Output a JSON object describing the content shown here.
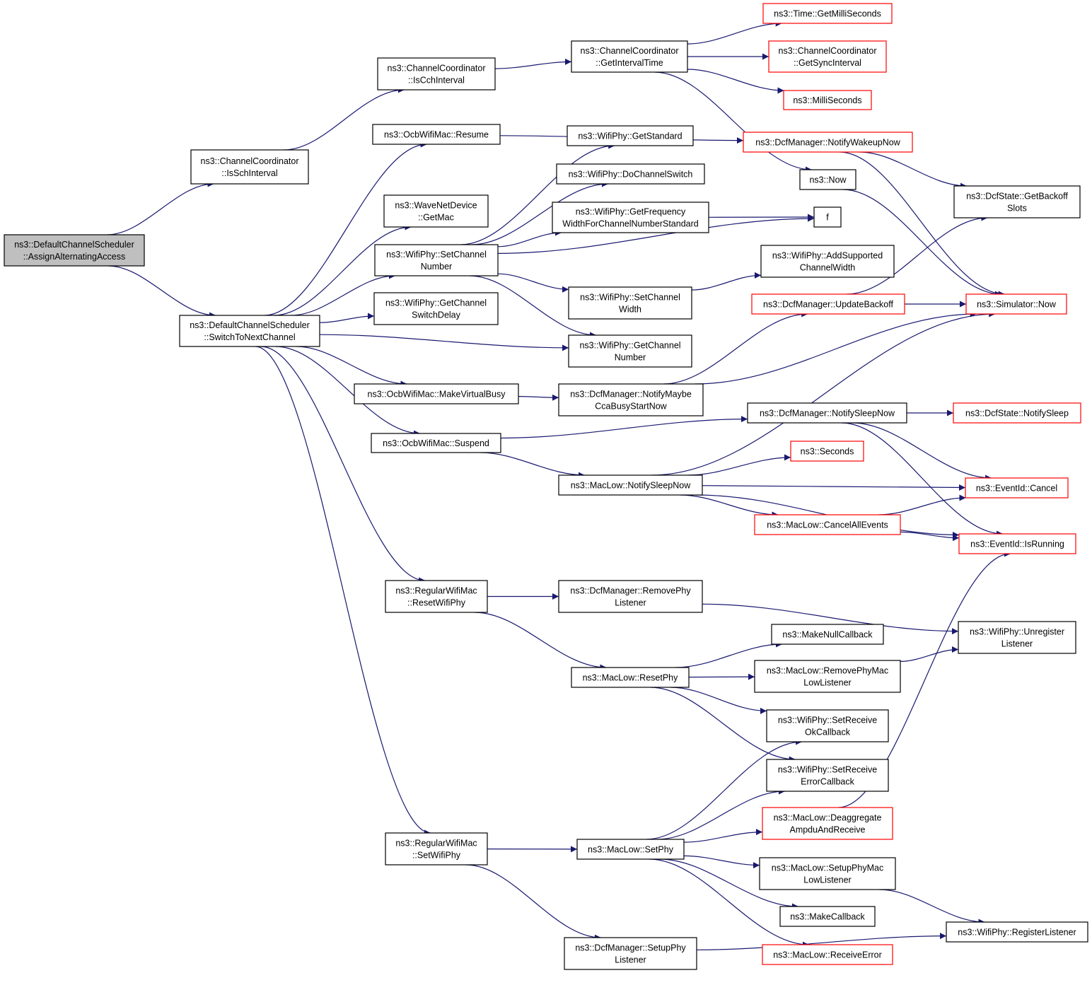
{
  "title": "",
  "colors": {
    "edge": "#191970",
    "node_border_default": "#000000",
    "node_border_external": "#ff0000",
    "root_fill": "#bfbfbf",
    "node_fill": "#ffffff"
  },
  "nodes": [
    {
      "id": "root",
      "lines": [
        "ns3::DefaultChannelScheduler",
        "::AssignAlternatingAccess"
      ],
      "style": "root"
    },
    {
      "id": "isSch",
      "lines": [
        "ns3::ChannelCoordinator",
        "::IsSchInterval"
      ],
      "style": "normal"
    },
    {
      "id": "switchNext",
      "lines": [
        "ns3::DefaultChannelScheduler",
        "::SwitchToNextChannel"
      ],
      "style": "normal"
    },
    {
      "id": "isCch",
      "lines": [
        "ns3::ChannelCoordinator",
        "::IsCchInterval"
      ],
      "style": "normal"
    },
    {
      "id": "getIntervalTime",
      "lines": [
        "ns3::ChannelCoordinator",
        "::GetIntervalTime"
      ],
      "style": "normal"
    },
    {
      "id": "getMilliSeconds",
      "lines": [
        "ns3::Time::GetMilliSeconds"
      ],
      "style": "external"
    },
    {
      "id": "getSyncInterval",
      "lines": [
        "ns3::ChannelCoordinator",
        "::GetSyncInterval"
      ],
      "style": "external"
    },
    {
      "id": "milliSeconds",
      "lines": [
        "ns3::MilliSeconds"
      ],
      "style": "external"
    },
    {
      "id": "ocbResume",
      "lines": [
        "ns3::OcbWifiMac::Resume"
      ],
      "style": "normal"
    },
    {
      "id": "notifyWakeup",
      "lines": [
        "ns3::DcfManager::NotifyWakeupNow"
      ],
      "style": "external"
    },
    {
      "id": "getStandard",
      "lines": [
        "ns3::WifiPhy::GetStandard"
      ],
      "style": "normal"
    },
    {
      "id": "doChannelSwitch",
      "lines": [
        "ns3::WifiPhy::DoChannelSwitch"
      ],
      "style": "normal"
    },
    {
      "id": "now",
      "lines": [
        "ns3::Now"
      ],
      "style": "normal"
    },
    {
      "id": "getBackoffSlots",
      "lines": [
        "ns3::DcfState::GetBackoff",
        "Slots"
      ],
      "style": "normal"
    },
    {
      "id": "waveGetMac",
      "lines": [
        "ns3::WaveNetDevice",
        "::GetMac"
      ],
      "style": "normal"
    },
    {
      "id": "getFreqWidth",
      "lines": [
        "ns3::WifiPhy::GetFrequency",
        "WidthForChannelNumberStandard"
      ],
      "style": "normal"
    },
    {
      "id": "f",
      "lines": [
        "f"
      ],
      "style": "normal"
    },
    {
      "id": "setChannelNumber",
      "lines": [
        "ns3::WifiPhy::SetChannel",
        "Number"
      ],
      "style": "normal"
    },
    {
      "id": "addSupportedWidth",
      "lines": [
        "ns3::WifiPhy::AddSupported",
        "ChannelWidth"
      ],
      "style": "normal"
    },
    {
      "id": "getChannelSwitchDelay",
      "lines": [
        "ns3::WifiPhy::GetChannel",
        "SwitchDelay"
      ],
      "style": "normal"
    },
    {
      "id": "setChannelWidth",
      "lines": [
        "ns3::WifiPhy::SetChannel",
        "Width"
      ],
      "style": "normal"
    },
    {
      "id": "updateBackoff",
      "lines": [
        "ns3::DcfManager::UpdateBackoff"
      ],
      "style": "external"
    },
    {
      "id": "simulatorNow",
      "lines": [
        "ns3::Simulator::Now"
      ],
      "style": "external"
    },
    {
      "id": "getChannelNumber",
      "lines": [
        "ns3::WifiPhy::GetChannel",
        "Number"
      ],
      "style": "normal"
    },
    {
      "id": "makeVirtualBusy",
      "lines": [
        "ns3::OcbWifiMac::MakeVirtualBusy"
      ],
      "style": "normal"
    },
    {
      "id": "notifyMaybeCca",
      "lines": [
        "ns3::DcfManager::NotifyMaybe",
        "CcaBusyStartNow"
      ],
      "style": "normal"
    },
    {
      "id": "notifySleepNowDcf",
      "lines": [
        "ns3::DcfManager::NotifySleepNow"
      ],
      "style": "normal"
    },
    {
      "id": "dcfStateNotifySleep",
      "lines": [
        "ns3::DcfState::NotifySleep"
      ],
      "style": "external"
    },
    {
      "id": "ocbSuspend",
      "lines": [
        "ns3::OcbWifiMac::Suspend"
      ],
      "style": "normal"
    },
    {
      "id": "seconds",
      "lines": [
        "ns3::Seconds"
      ],
      "style": "external"
    },
    {
      "id": "macLowNotifySleep",
      "lines": [
        "ns3::MacLow::NotifySleepNow"
      ],
      "style": "normal"
    },
    {
      "id": "eventCancel",
      "lines": [
        "ns3::EventId::Cancel"
      ],
      "style": "external"
    },
    {
      "id": "cancelAllEvents",
      "lines": [
        "ns3::MacLow::CancelAllEvents"
      ],
      "style": "external"
    },
    {
      "id": "eventIsRunning",
      "lines": [
        "ns3::EventId::IsRunning"
      ],
      "style": "external"
    },
    {
      "id": "resetWifiPhy",
      "lines": [
        "ns3::RegularWifiMac",
        "::ResetWifiPhy"
      ],
      "style": "normal"
    },
    {
      "id": "removePhyListener",
      "lines": [
        "ns3::DcfManager::RemovePhy",
        "Listener"
      ],
      "style": "normal"
    },
    {
      "id": "unregisterListener",
      "lines": [
        "ns3::WifiPhy::Unregister",
        "Listener"
      ],
      "style": "normal"
    },
    {
      "id": "makeNullCallback",
      "lines": [
        "ns3::MakeNullCallback"
      ],
      "style": "normal"
    },
    {
      "id": "macLowResetPhy",
      "lines": [
        "ns3::MacLow::ResetPhy"
      ],
      "style": "normal"
    },
    {
      "id": "removePhyMacLowListener",
      "lines": [
        "ns3::MacLow::RemovePhyMac",
        "LowListener"
      ],
      "style": "normal"
    },
    {
      "id": "setReceiveOk",
      "lines": [
        "ns3::WifiPhy::SetReceive",
        "OkCallback"
      ],
      "style": "normal"
    },
    {
      "id": "setReceiveError",
      "lines": [
        "ns3::WifiPhy::SetReceive",
        "ErrorCallback"
      ],
      "style": "normal"
    },
    {
      "id": "deaggregate",
      "lines": [
        "ns3::MacLow::Deaggregate",
        "AmpduAndReceive"
      ],
      "style": "external"
    },
    {
      "id": "setWifiPhy",
      "lines": [
        "ns3::RegularWifiMac",
        "::SetWifiPhy"
      ],
      "style": "normal"
    },
    {
      "id": "macLowSetPhy",
      "lines": [
        "ns3::MacLow::SetPhy"
      ],
      "style": "normal"
    },
    {
      "id": "setupPhyMacLowListener",
      "lines": [
        "ns3::MacLow::SetupPhyMac",
        "LowListener"
      ],
      "style": "normal"
    },
    {
      "id": "makeCallback",
      "lines": [
        "ns3::MakeCallback"
      ],
      "style": "normal"
    },
    {
      "id": "registerListener",
      "lines": [
        "ns3::WifiPhy::RegisterListener"
      ],
      "style": "normal"
    },
    {
      "id": "setupPhyListener",
      "lines": [
        "ns3::DcfManager::SetupPhy",
        "Listener"
      ],
      "style": "normal"
    },
    {
      "id": "receiveError",
      "lines": [
        "ns3::MacLow::ReceiveError"
      ],
      "style": "external"
    }
  ],
  "edges": [
    [
      "root",
      "isSch"
    ],
    [
      "root",
      "switchNext"
    ],
    [
      "isSch",
      "isCch"
    ],
    [
      "isCch",
      "getIntervalTime"
    ],
    [
      "getIntervalTime",
      "getMilliSeconds"
    ],
    [
      "getIntervalTime",
      "getSyncInterval"
    ],
    [
      "getIntervalTime",
      "milliSeconds"
    ],
    [
      "getIntervalTime",
      "now"
    ],
    [
      "switchNext",
      "ocbResume"
    ],
    [
      "switchNext",
      "waveGetMac"
    ],
    [
      "switchNext",
      "setChannelNumber"
    ],
    [
      "switchNext",
      "getChannelSwitchDelay"
    ],
    [
      "switchNext",
      "getChannelNumber"
    ],
    [
      "switchNext",
      "makeVirtualBusy"
    ],
    [
      "switchNext",
      "ocbSuspend"
    ],
    [
      "switchNext",
      "resetWifiPhy"
    ],
    [
      "switchNext",
      "setWifiPhy"
    ],
    [
      "ocbResume",
      "notifyWakeup"
    ],
    [
      "notifyWakeup",
      "getBackoffSlots"
    ],
    [
      "notifyWakeup",
      "simulatorNow"
    ],
    [
      "now",
      "simulatorNow"
    ],
    [
      "setChannelNumber",
      "getStandard"
    ],
    [
      "setChannelNumber",
      "doChannelSwitch"
    ],
    [
      "setChannelNumber",
      "getFreqWidth"
    ],
    [
      "setChannelNumber",
      "f"
    ],
    [
      "setChannelNumber",
      "setChannelWidth"
    ],
    [
      "setChannelNumber",
      "getChannelNumber"
    ],
    [
      "getFreqWidth",
      "f"
    ],
    [
      "setChannelWidth",
      "addSupportedWidth"
    ],
    [
      "makeVirtualBusy",
      "notifyMaybeCca"
    ],
    [
      "notifyMaybeCca",
      "updateBackoff"
    ],
    [
      "notifyMaybeCca",
      "simulatorNow"
    ],
    [
      "updateBackoff",
      "getBackoffSlots"
    ],
    [
      "updateBackoff",
      "simulatorNow"
    ],
    [
      "ocbSuspend",
      "notifySleepNowDcf"
    ],
    [
      "ocbSuspend",
      "macLowNotifySleep"
    ],
    [
      "notifySleepNowDcf",
      "dcfStateNotifySleep"
    ],
    [
      "notifySleepNowDcf",
      "eventCancel"
    ],
    [
      "notifySleepNowDcf",
      "eventIsRunning"
    ],
    [
      "macLowNotifySleep",
      "simulatorNow"
    ],
    [
      "macLowNotifySleep",
      "seconds"
    ],
    [
      "macLowNotifySleep",
      "eventCancel"
    ],
    [
      "macLowNotifySleep",
      "cancelAllEvents"
    ],
    [
      "macLowNotifySleep",
      "eventIsRunning"
    ],
    [
      "cancelAllEvents",
      "eventCancel"
    ],
    [
      "cancelAllEvents",
      "eventIsRunning"
    ],
    [
      "resetWifiPhy",
      "removePhyListener"
    ],
    [
      "resetWifiPhy",
      "macLowResetPhy"
    ],
    [
      "removePhyListener",
      "unregisterListener"
    ],
    [
      "macLowResetPhy",
      "makeNullCallback"
    ],
    [
      "macLowResetPhy",
      "removePhyMacLowListener"
    ],
    [
      "macLowResetPhy",
      "setReceiveOk"
    ],
    [
      "macLowResetPhy",
      "setReceiveError"
    ],
    [
      "removePhyMacLowListener",
      "unregisterListener"
    ],
    [
      "setWifiPhy",
      "macLowSetPhy"
    ],
    [
      "setWifiPhy",
      "setupPhyListener"
    ],
    [
      "macLowSetPhy",
      "setReceiveOk"
    ],
    [
      "macLowSetPhy",
      "setReceiveError"
    ],
    [
      "macLowSetPhy",
      "deaggregate"
    ],
    [
      "macLowSetPhy",
      "setupPhyMacLowListener"
    ],
    [
      "macLowSetPhy",
      "makeCallback"
    ],
    [
      "macLowSetPhy",
      "receiveError"
    ],
    [
      "deaggregate",
      "eventIsRunning"
    ],
    [
      "setupPhyMacLowListener",
      "registerListener"
    ],
    [
      "setupPhyListener",
      "registerListener"
    ]
  ]
}
